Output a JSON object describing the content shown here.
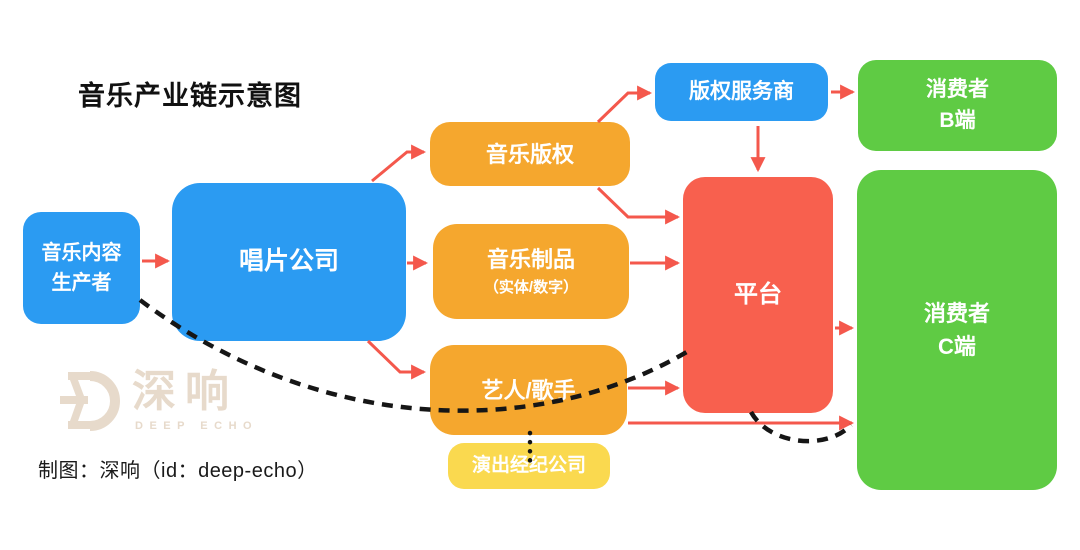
{
  "title": "音乐产业链示意图",
  "caption": "制图：深响（id：deep-echo）",
  "watermark": {
    "cn": "深响",
    "en": "DEEP ECHO"
  },
  "nodes": {
    "producer": {
      "line1": "音乐内容",
      "line2": "生产者",
      "color": "#2B9BF2"
    },
    "record_company": {
      "label": "唱片公司",
      "color": "#2B9BF2"
    },
    "music_copyright": {
      "label": "音乐版权",
      "color": "#F5A72E"
    },
    "music_products": {
      "label": "音乐制品",
      "sub": "（实体/数字）",
      "color": "#F5A72E"
    },
    "artists": {
      "label": "艺人/歌手",
      "color": "#F5A72E"
    },
    "agency": {
      "label": "演出经纪公司",
      "color": "#FAD94F"
    },
    "copyright_service": {
      "label": "版权服务商",
      "color": "#2B9BF2"
    },
    "platform": {
      "label": "平台",
      "color": "#F8604E"
    },
    "consumer_b": {
      "line1": "消费者",
      "line2": "B端",
      "color": "#5FCB44"
    },
    "consumer_c": {
      "line1": "消费者",
      "line2": "C端",
      "color": "#5FCB44"
    }
  },
  "colors": {
    "arrow": "#F4584C",
    "dashed_line": "#161616",
    "watermark": "#E7DACB"
  }
}
